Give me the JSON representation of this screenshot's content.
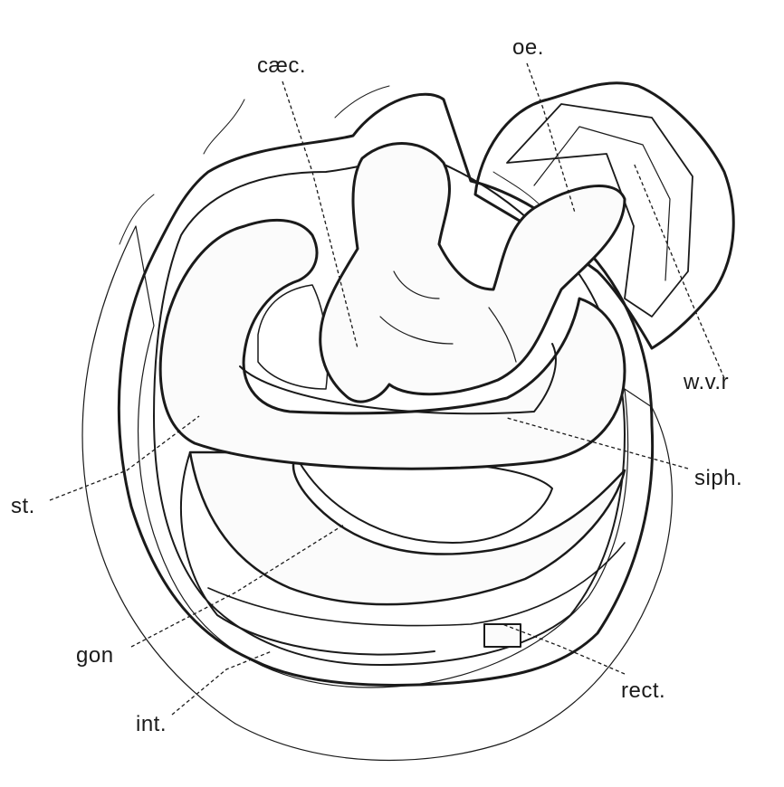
{
  "figure": {
    "labels": {
      "caec": "cæc.",
      "oe": "oe.",
      "wvr": "w.v.r",
      "siph": "siph.",
      "st": "st.",
      "gon": "gon",
      "int": "int.",
      "rect": "rect."
    }
  }
}
